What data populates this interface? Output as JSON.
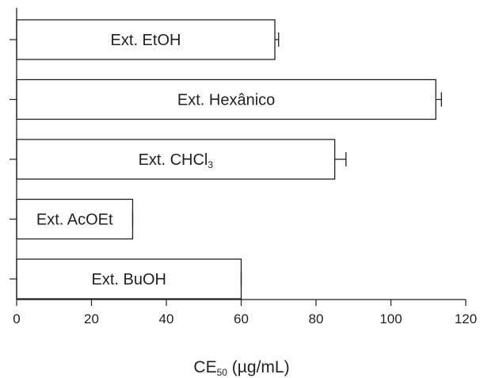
{
  "chart_data": {
    "type": "bar",
    "orientation": "horizontal",
    "categories": [
      {
        "label": "Ext. EtOH",
        "sub": ""
      },
      {
        "label": "Ext. Hexânico",
        "sub": ""
      },
      {
        "label": "Ext. CHCl",
        "sub": "3"
      },
      {
        "label": "Ext. AcOEt",
        "sub": ""
      },
      {
        "label": "Ext. BuOH",
        "sub": ""
      }
    ],
    "values": [
      69,
      112,
      85,
      31,
      60
    ],
    "errors": [
      1,
      1.5,
      3,
      0,
      0
    ],
    "xlabel": {
      "main": "CE",
      "sub": "50",
      "unit": " (µg/mL)"
    },
    "xlim": [
      0,
      120
    ],
    "xticks": [
      0,
      20,
      40,
      60,
      80,
      100,
      120
    ],
    "grid": false,
    "colors": {
      "bar_fill": "#ffffff",
      "stroke": "#231f20"
    }
  }
}
